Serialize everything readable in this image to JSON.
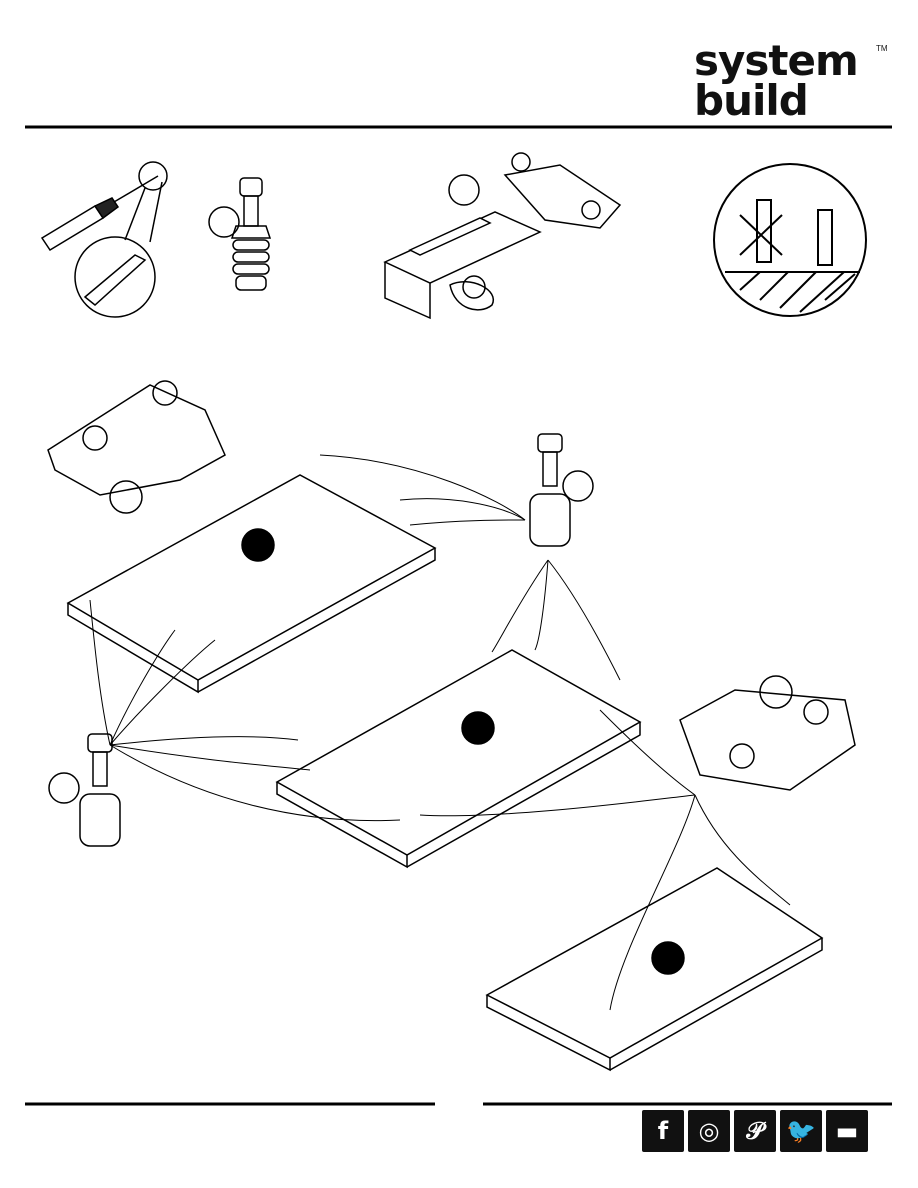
{
  "brand": {
    "line1": "system",
    "line2": "build",
    "tm": "TM"
  },
  "social": {
    "icons": [
      "facebook-icon",
      "instagram-icon",
      "pinterest-icon",
      "twitter-icon",
      "youtube-icon"
    ],
    "glyphs": [
      "f",
      "◎",
      "𝒫",
      "🐦",
      "▬"
    ]
  },
  "colors": {
    "ink": "#111111",
    "paper": "#ffffff"
  }
}
